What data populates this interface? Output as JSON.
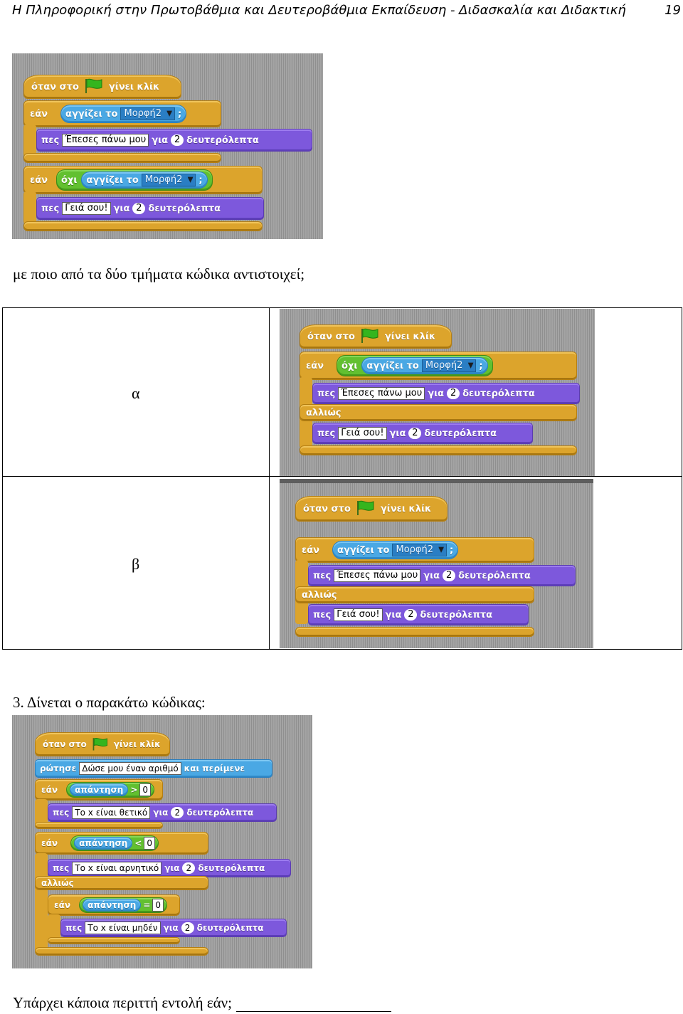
{
  "header": {
    "title": "Η Πληροφορική στην Πρωτοβάθμια και Δευτεροβάθμια Εκπαίδευση - Διδασκαλία και Διδακτική",
    "page_number": "19"
  },
  "question_text": "με ποιο από τα δύο τμήματα κώδικα αντιστοιχεί;",
  "section3_title": "3. Δίνεται ο παρακάτω κώδικας:",
  "final_question": "Υπάρχει κάποια περιττή εντολή εάν;",
  "table": {
    "row_a_label": "α",
    "row_b_label": "β"
  },
  "scratch": {
    "when_text": "όταν στο",
    "clicked_text": "γίνει κλίκ",
    "if_text": "εάν",
    "else_text": "αλλιώς",
    "not_text": "όχι",
    "touching_text": "αγγίζει το",
    "sprite_name": "Μορφή2",
    "question_mark": ";",
    "say_text": "πες",
    "for_text": "για",
    "seconds_text": "δευτερόλεπτα",
    "ask_text": "ρώτησε",
    "and_wait_text": "και περίμενε",
    "answer_text": "απάντηση"
  },
  "program1": {
    "say1_msg": "Έπεσες πάνω μου",
    "say1_secs": "2",
    "say2_msg": "Γειά σου!",
    "say2_secs": "2"
  },
  "program_a": {
    "say1_msg": "Έπεσες πάνω μου",
    "say1_secs": "2",
    "say2_msg": "Γειά σου!",
    "say2_secs": "2"
  },
  "program_b": {
    "say1_msg": "Έπεσες πάνω μου",
    "say1_secs": "2",
    "say2_msg": "Γειά σου!",
    "say2_secs": "2"
  },
  "program3": {
    "ask_msg": "Δώσε μου έναν αριθμό",
    "cmp1_op": ">",
    "cmp1_val": "0",
    "say1_msg": "Το x είναι θετικό",
    "say1_secs": "2",
    "cmp2_op": "<",
    "cmp2_val": "0",
    "say2_msg": "Το x είναι αρνητικό",
    "say2_secs": "2",
    "cmp3_op": "=",
    "cmp3_val": "0",
    "say3_msg": "Το x είναι μηδέν",
    "say3_secs": "2"
  },
  "colors": {
    "control": "#dca42c",
    "looks": "#7d58dc",
    "sensing": "#4aa8e4",
    "operators": "#62c030",
    "stage_bg": "#9a9a9a"
  }
}
